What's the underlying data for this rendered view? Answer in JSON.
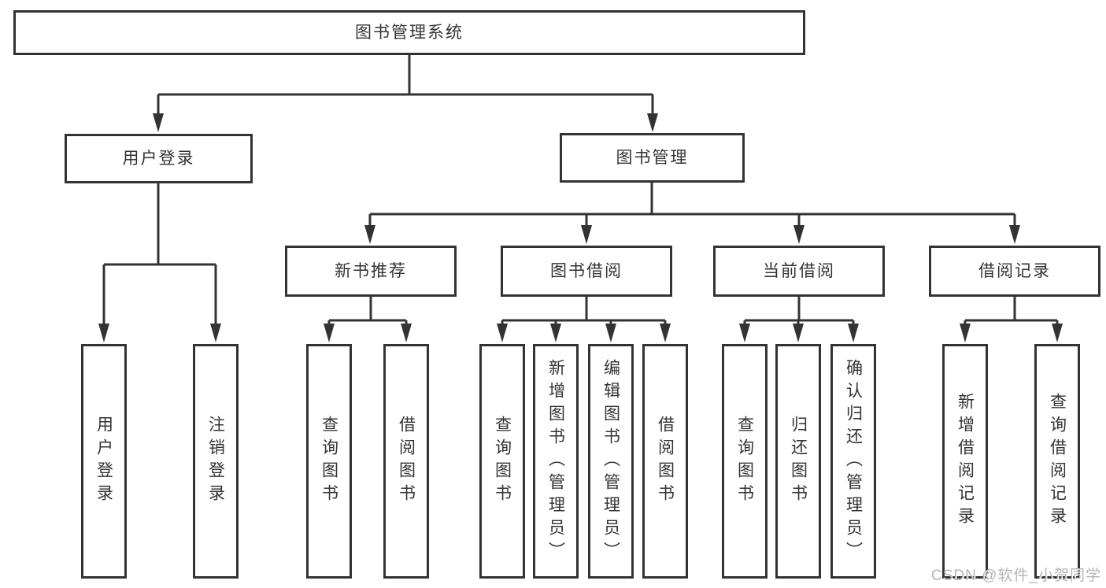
{
  "tree": {
    "root": "图书管理系统",
    "children": [
      {
        "label": "用户登录",
        "children": [
          {
            "label": "用户登录"
          },
          {
            "label": "注销登录"
          }
        ]
      },
      {
        "label": "图书管理",
        "children": [
          {
            "label": "新书推荐",
            "children": [
              {
                "label": "查询图书"
              },
              {
                "label": "借阅图书"
              }
            ]
          },
          {
            "label": "图书借阅",
            "children": [
              {
                "label": "查询图书"
              },
              {
                "label": "新增图书（管理员）"
              },
              {
                "label": "编辑图书（管理员）"
              },
              {
                "label": "借阅图书"
              }
            ]
          },
          {
            "label": "当前借阅",
            "children": [
              {
                "label": "查询图书"
              },
              {
                "label": "归还图书"
              },
              {
                "label": "确认归还（管理员）"
              }
            ]
          },
          {
            "label": "借阅记录",
            "children": [
              {
                "label": "新增借阅记录"
              },
              {
                "label": "查询借阅记录"
              }
            ]
          }
        ]
      }
    ]
  },
  "watermark": {
    "text": "CSDN @软件_小贺同学"
  },
  "colors": {
    "line": "#333333",
    "text": "#333333",
    "background": "#ffffff",
    "watermark": "#b5b5b5"
  }
}
